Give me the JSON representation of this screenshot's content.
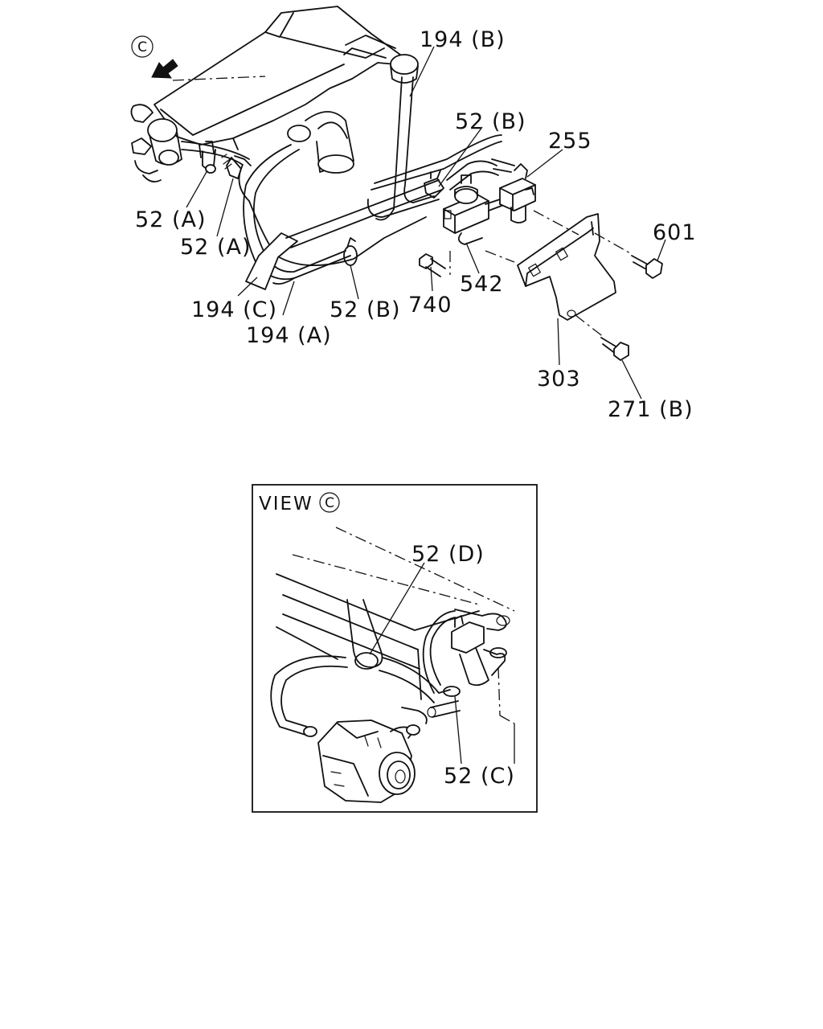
{
  "view_marker": "C",
  "callouts": {
    "c194b": "194 (B)",
    "c52b_top": "52 (B)",
    "c255": "255",
    "c601": "601",
    "c52a_1": "52 (A)",
    "c52a_2": "52 (A)",
    "c542": "542",
    "c740": "740",
    "c194c": "194 (C)",
    "c52b_low": "52 (B)",
    "c194a": "194 (A)",
    "c303": "303",
    "c271b": "271 (B)"
  },
  "inset": {
    "title": "VIEW",
    "title_marker": "C",
    "c52d": "52 (D)",
    "c52c": "52 (C)"
  }
}
